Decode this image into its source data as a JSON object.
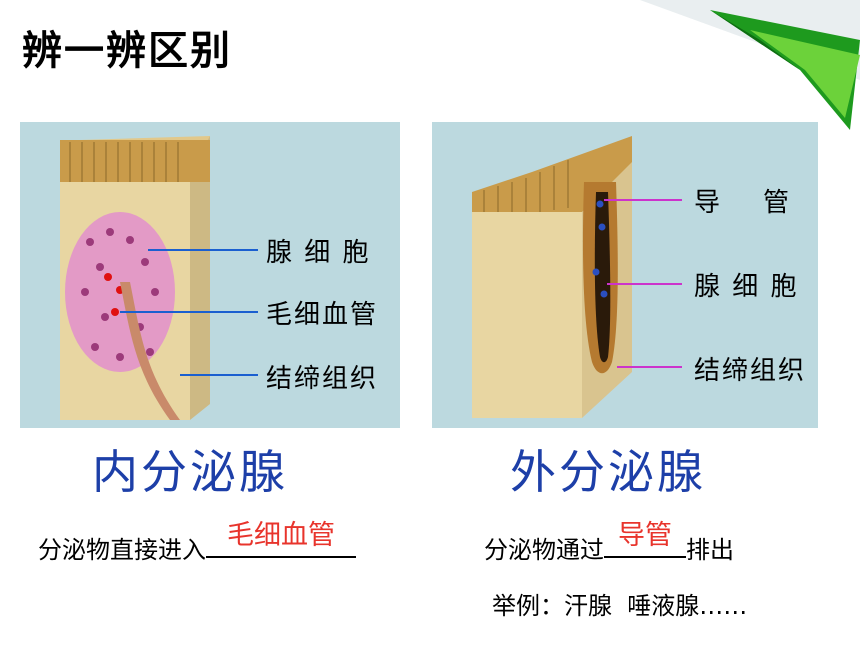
{
  "title": "辨一辨区别",
  "left_panel": {
    "labels": [
      "腺 细 胞",
      "毛细血管",
      "结缔组织"
    ]
  },
  "right_panel": {
    "labels": [
      "导    管",
      "腺 细 胞",
      "结缔组织"
    ]
  },
  "left_heading": "内分泌腺",
  "right_heading": "外分泌腺",
  "left_sentence": {
    "prefix": "分泌物直接进入",
    "answer": "毛细血管"
  },
  "right_sentence": {
    "prefix": "分泌物通过",
    "answer": "导管",
    "suffix": "排出"
  },
  "example": "举例：汗腺  唾液腺……"
}
